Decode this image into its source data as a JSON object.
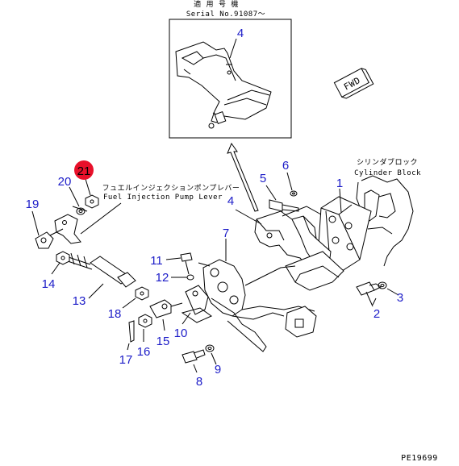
{
  "applicability": {
    "header_jp": "適 用 号 機",
    "serial": "Serial No.91087〜"
  },
  "fwd_label": "FWD",
  "labels": {
    "cylinder_block_jp": "シリンダブロック",
    "cylinder_block_en": "Cylinder Block",
    "fuel_lever_jp": "フュエルインジェクションポンプレバー",
    "fuel_lever_en": "Fuel Injection Pump Lever"
  },
  "callouts": {
    "inset4": "4",
    "c1": "1",
    "c2": "2",
    "c3": "3",
    "c4": "4",
    "c5": "5",
    "c6": "6",
    "c7": "7",
    "c8": "8",
    "c9": "9",
    "c10": "10",
    "c11": "11",
    "c12": "12",
    "c13": "13",
    "c14": "14",
    "c15": "15",
    "c16": "16",
    "c17": "17",
    "c18": "18",
    "c19": "19",
    "c20": "20",
    "c21": "21"
  },
  "highlighted_callout": "21",
  "colors": {
    "callout": "#1c1cc8",
    "highlight": "#e8102a"
  },
  "drawing_number": "PE19699"
}
